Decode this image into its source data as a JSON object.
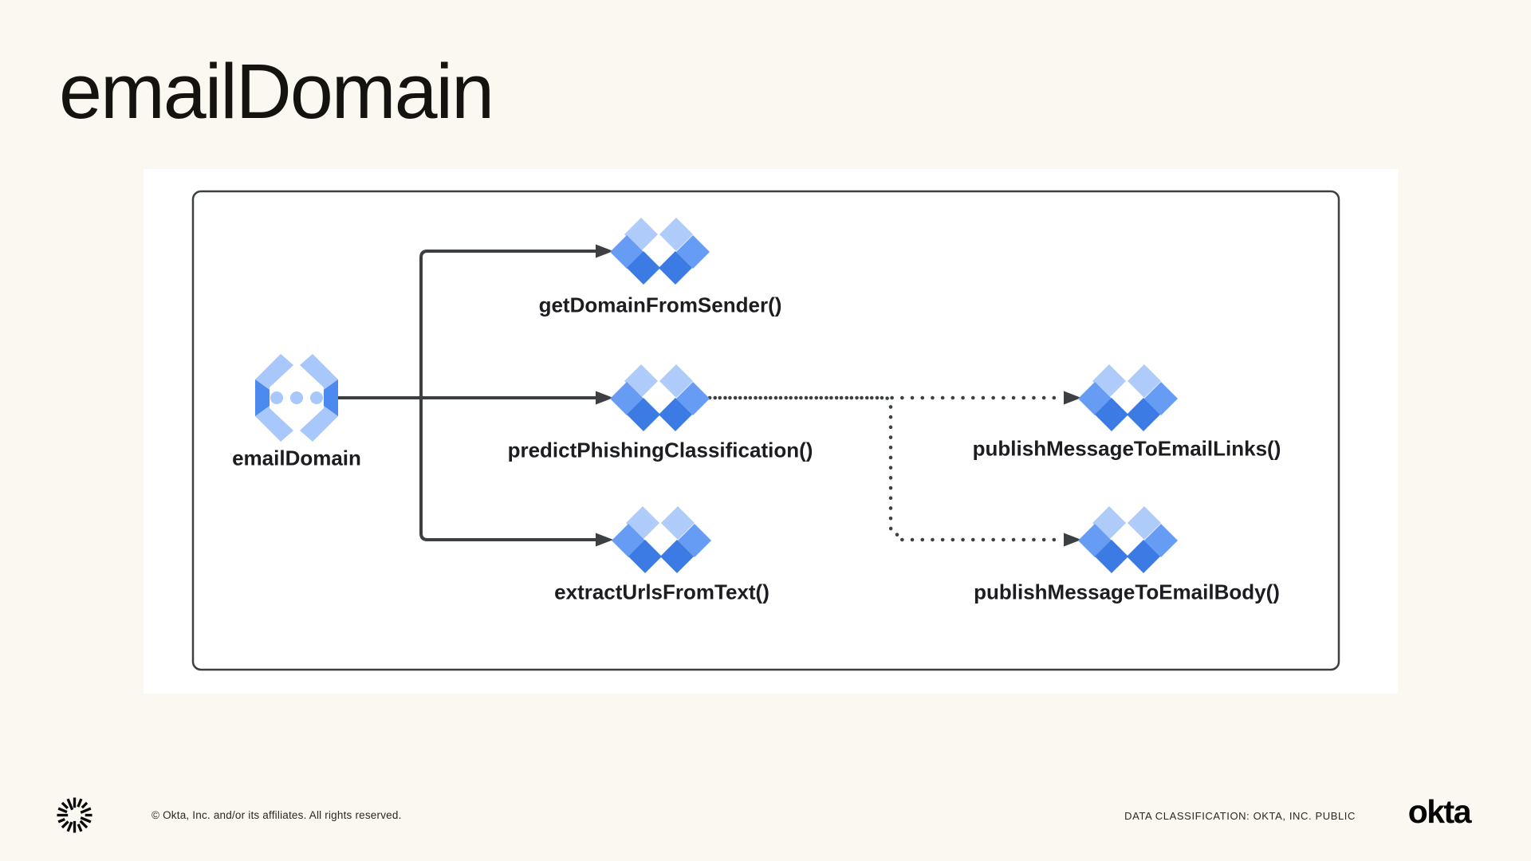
{
  "slide": {
    "title": "emailDomain"
  },
  "diagram": {
    "source": {
      "label": "emailDomain",
      "icon": "cloud-function-braces-icon"
    },
    "functions": [
      {
        "label": "getDomainFromSender()",
        "icon": "diamond-cluster-icon"
      },
      {
        "label": "predictPhishingClassification()",
        "icon": "diamond-cluster-icon"
      },
      {
        "label": "extractUrlsFromText()",
        "icon": "diamond-cluster-icon"
      },
      {
        "label": "publishMessageToEmailLinks()",
        "icon": "diamond-cluster-icon"
      },
      {
        "label": "publishMessageToEmailBody()",
        "icon": "diamond-cluster-icon"
      }
    ],
    "edges": [
      {
        "from": "emailDomain",
        "to": "getDomainFromSender()",
        "style": "solid-arrow"
      },
      {
        "from": "emailDomain",
        "to": "predictPhishingClassification()",
        "style": "solid-arrow"
      },
      {
        "from": "emailDomain",
        "to": "extractUrlsFromText()",
        "style": "solid-arrow"
      },
      {
        "from": "predictPhishingClassification()",
        "to": "publishMessageToEmailLinks()",
        "style": "dotted-arrow"
      },
      {
        "from": "predictPhishingClassification()",
        "to": "publishMessageToEmailBody()",
        "style": "dotted-arrow"
      }
    ]
  },
  "colors": {
    "background": "#FAF8F1",
    "line": "#3C4043",
    "light": "#AECBFA",
    "medium": "#669CF4",
    "dark": "#3C7BE4",
    "fn_light": "#A8C7FA",
    "fn_accent": "#4D8AF0"
  },
  "footer": {
    "copyright": "© Okta, Inc. and/or its affiliates. All rights reserved.",
    "classification": "DATA CLASSIFICATION: OKTA, INC. PUBLIC",
    "brand": "okta"
  }
}
